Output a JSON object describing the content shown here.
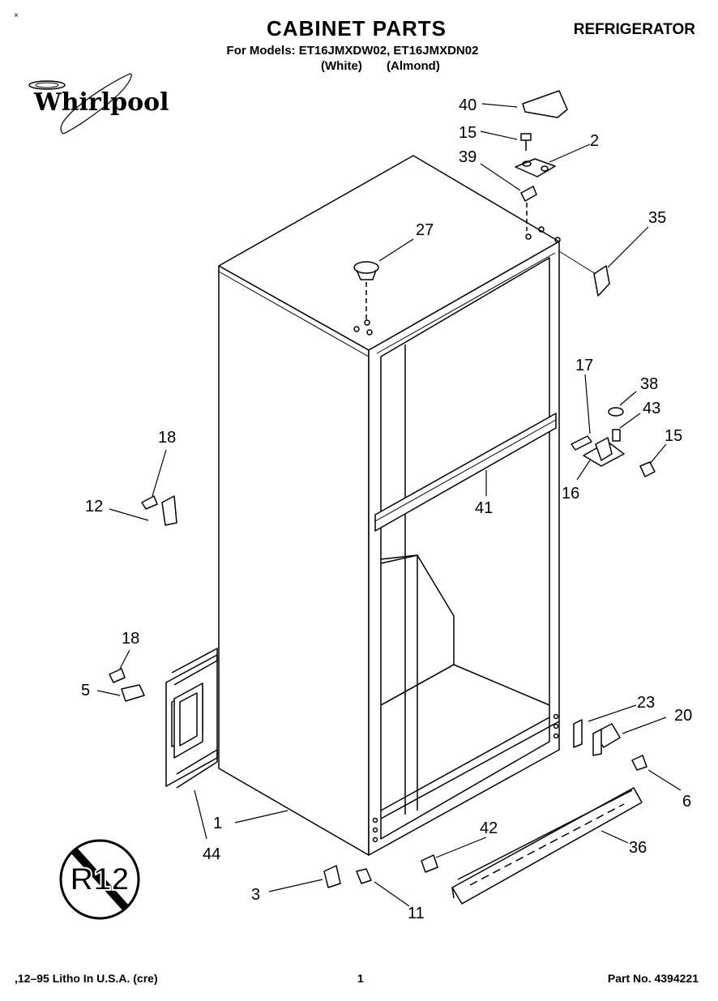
{
  "header": {
    "corner_mark": "×",
    "title": "CABINET PARTS",
    "category": "REFRIGERATOR",
    "models_line": "For Models: ET16JMXDW02, ET16JMXDN02",
    "variant_white": "(White)",
    "variant_almond": "(Almond)",
    "brand": "Whirlpool"
  },
  "badge": {
    "text": "R12"
  },
  "callouts": [
    {
      "id": "40",
      "label": "40"
    },
    {
      "id": "15a",
      "label": "15"
    },
    {
      "id": "2",
      "label": "2"
    },
    {
      "id": "39",
      "label": "39"
    },
    {
      "id": "35",
      "label": "35"
    },
    {
      "id": "27",
      "label": "27"
    },
    {
      "id": "17",
      "label": "17"
    },
    {
      "id": "38",
      "label": "38"
    },
    {
      "id": "43",
      "label": "43"
    },
    {
      "id": "15b",
      "label": "15"
    },
    {
      "id": "16",
      "label": "16"
    },
    {
      "id": "41",
      "label": "41"
    },
    {
      "id": "18a",
      "label": "18"
    },
    {
      "id": "12",
      "label": "12"
    },
    {
      "id": "18b",
      "label": "18"
    },
    {
      "id": "5",
      "label": "5"
    },
    {
      "id": "23",
      "label": "23"
    },
    {
      "id": "20",
      "label": "20"
    },
    {
      "id": "6",
      "label": "6"
    },
    {
      "id": "1",
      "label": "1"
    },
    {
      "id": "44",
      "label": "44"
    },
    {
      "id": "42",
      "label": "42"
    },
    {
      "id": "36",
      "label": "36"
    },
    {
      "id": "3",
      "label": "3"
    },
    {
      "id": "11",
      "label": "11"
    }
  ],
  "footer": {
    "date_line": ",12–95 Litho In U.S.A. (cre)",
    "page": "1",
    "part_no": "Part No. 4394221"
  }
}
